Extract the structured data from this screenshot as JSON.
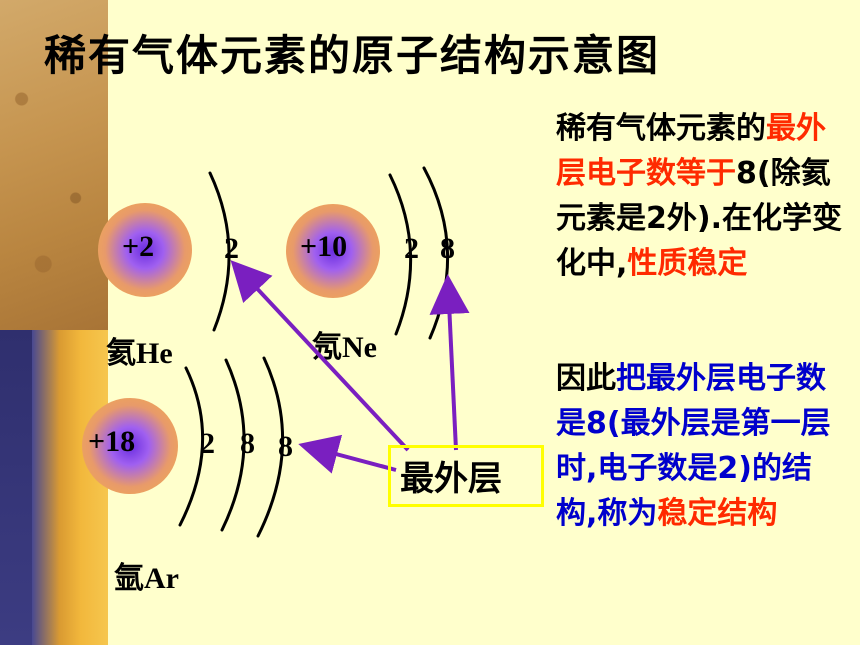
{
  "title": "稀有气体元素的原子结构示意图",
  "atoms": [
    {
      "charge": "+2",
      "shells": [
        "2"
      ],
      "label": "氦He"
    },
    {
      "charge": "+10",
      "shells": [
        "2",
        "8"
      ],
      "label": "氖Ne"
    },
    {
      "charge": "+18",
      "shells": [
        "2",
        "8",
        "8"
      ],
      "label": "氩Ar"
    }
  ],
  "callout_label": "最外层",
  "explanation1": {
    "p1": "稀有气体元素的",
    "p2_red": "最外层电子数等于",
    "p3": "8(除氦元素是2外).在化学变化中,",
    "p4_red": "性质稳定"
  },
  "explanation2": {
    "p1": "因此",
    "p2_blue": "把最外层电子数是8(最外层是第一层时,电子数是2)的结构,称为",
    "p3_red": "稳定结构"
  },
  "colors": {
    "arrow": "#7a1fc0",
    "highlight_red": "#ff2a00",
    "highlight_blue": "#0000cc",
    "box": "#ffff00"
  }
}
